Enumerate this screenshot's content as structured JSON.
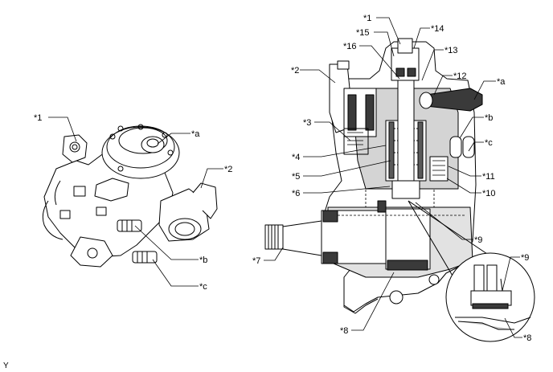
{
  "callouts": {
    "left_1": "*1",
    "left_a": "*a",
    "left_2": "*2",
    "left_b": "*b",
    "left_c": "*c",
    "r_1": "*1",
    "r_14": "*14",
    "r_15": "*15",
    "r_16": "*16",
    "r_13": "*13",
    "r_12": "*12",
    "r_2": "*2",
    "r_a": "*a",
    "r_3": "*3",
    "r_b": "*b",
    "r_c": "*c",
    "r_4": "*4",
    "r_5": "*5",
    "r_11": "*11",
    "r_6": "*6",
    "r_10": "*10",
    "r_9": "*9",
    "r_7": "*7",
    "r_8": "*8",
    "d_9": "*9",
    "d_8": "*8"
  },
  "footer": {
    "code": "Y"
  },
  "colors": {
    "line": "#000000",
    "fill_gray": "#c9c9c9",
    "fill_dark": "#3a3a3a",
    "background": "#ffffff"
  }
}
